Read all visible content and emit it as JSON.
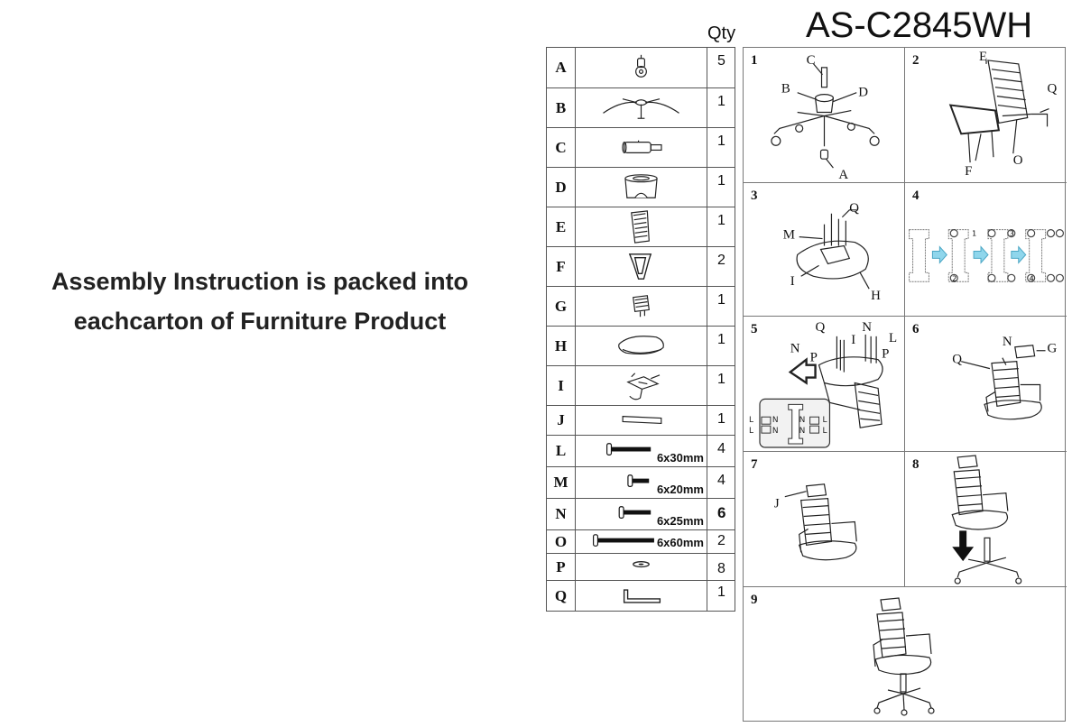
{
  "headline": {
    "line1": "Assembly Instruction is packed into",
    "line2": "eachcarton of Furniture Product"
  },
  "model": "AS-C2845WH",
  "qty_header": "Qty",
  "parts": [
    {
      "letter": "A",
      "qty": "5",
      "icon": "caster-wheel-icon"
    },
    {
      "letter": "B",
      "qty": "1",
      "icon": "chair-base-icon"
    },
    {
      "letter": "C",
      "qty": "1",
      "icon": "gas-lift-icon"
    },
    {
      "letter": "D",
      "qty": "1",
      "icon": "gas-lift-cover-icon"
    },
    {
      "letter": "E",
      "qty": "1",
      "icon": "backrest-icon"
    },
    {
      "letter": "F",
      "qty": "2",
      "icon": "armrest-icon"
    },
    {
      "letter": "G",
      "qty": "1",
      "icon": "headrest-icon"
    },
    {
      "letter": "H",
      "qty": "1",
      "icon": "seat-cushion-icon"
    },
    {
      "letter": "I",
      "qty": "1",
      "icon": "mechanism-icon"
    },
    {
      "letter": "J",
      "qty": "1",
      "icon": "bracket-plate-icon"
    },
    {
      "letter": "L",
      "qty": "4",
      "size": "6x30mm",
      "icon": "bolt-icon"
    },
    {
      "letter": "M",
      "qty": "4",
      "size": "6x20mm",
      "icon": "bolt-icon"
    },
    {
      "letter": "N",
      "qty": "6",
      "size": "6x25mm",
      "icon": "bolt-icon"
    },
    {
      "letter": "O",
      "qty": "2",
      "size": "6x60mm",
      "icon": "bolt-icon"
    },
    {
      "letter": "P",
      "qty": "8",
      "icon": "washer-icon"
    },
    {
      "letter": "Q",
      "qty": "1",
      "icon": "allen-key-icon"
    }
  ],
  "steps": [
    {
      "num": "1",
      "labels": [
        "C",
        "B",
        "D",
        "A"
      ]
    },
    {
      "num": "2",
      "labels": [
        "E",
        "Q",
        "F",
        "O"
      ]
    },
    {
      "num": "3",
      "labels": [
        "Q",
        "M",
        "I",
        "H"
      ]
    },
    {
      "num": "4",
      "labels": [
        "1",
        "2",
        "3",
        "4"
      ]
    },
    {
      "num": "5",
      "labels": [
        "Q",
        "N",
        "L",
        "N",
        "P",
        "I",
        "P"
      ],
      "inset": [
        "L",
        "N",
        "N",
        "L",
        "L",
        "N",
        "N",
        "L"
      ]
    },
    {
      "num": "6",
      "labels": [
        "N",
        "Q",
        "G"
      ]
    },
    {
      "num": "7",
      "labels": [
        "J"
      ]
    },
    {
      "num": "8",
      "labels": []
    },
    {
      "num": "9",
      "labels": []
    }
  ]
}
